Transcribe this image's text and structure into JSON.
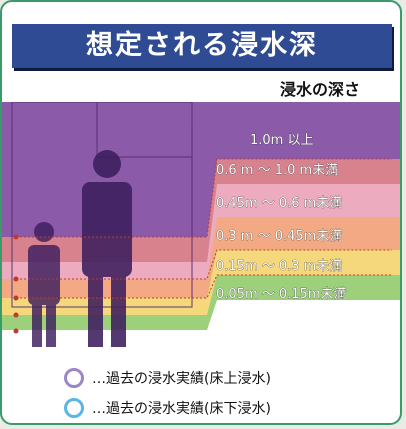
{
  "title": "想定される浸水深",
  "subtitle": "浸水の深さ",
  "bands": [
    {
      "label": "1.0m 以上",
      "color": "#8b5aa8"
    },
    {
      "label": "0.6  m ～ 1.0  m未満",
      "color": "#e58a8a"
    },
    {
      "label": "0.45m ～ 0.6  m未満",
      "color": "#f0b3c7"
    },
    {
      "label": "0.3  m ～ 0.45m未満",
      "color": "#f5a97a"
    },
    {
      "label": "0.15m ～ 0.3  m未満",
      "color": "#f6e07a"
    },
    {
      "label": "0.05m ～ 0.15m未満",
      "color": "#8ccf7a"
    }
  ],
  "legend": [
    {
      "text": "…過去の浸水実績(床上浸水)",
      "color": "#9a86c8"
    },
    {
      "text": "…過去の浸水実績(床下浸水)",
      "color": "#59b6e6"
    }
  ],
  "colors": {
    "banner": "#2f4b93",
    "border": "#3a9a6a"
  }
}
